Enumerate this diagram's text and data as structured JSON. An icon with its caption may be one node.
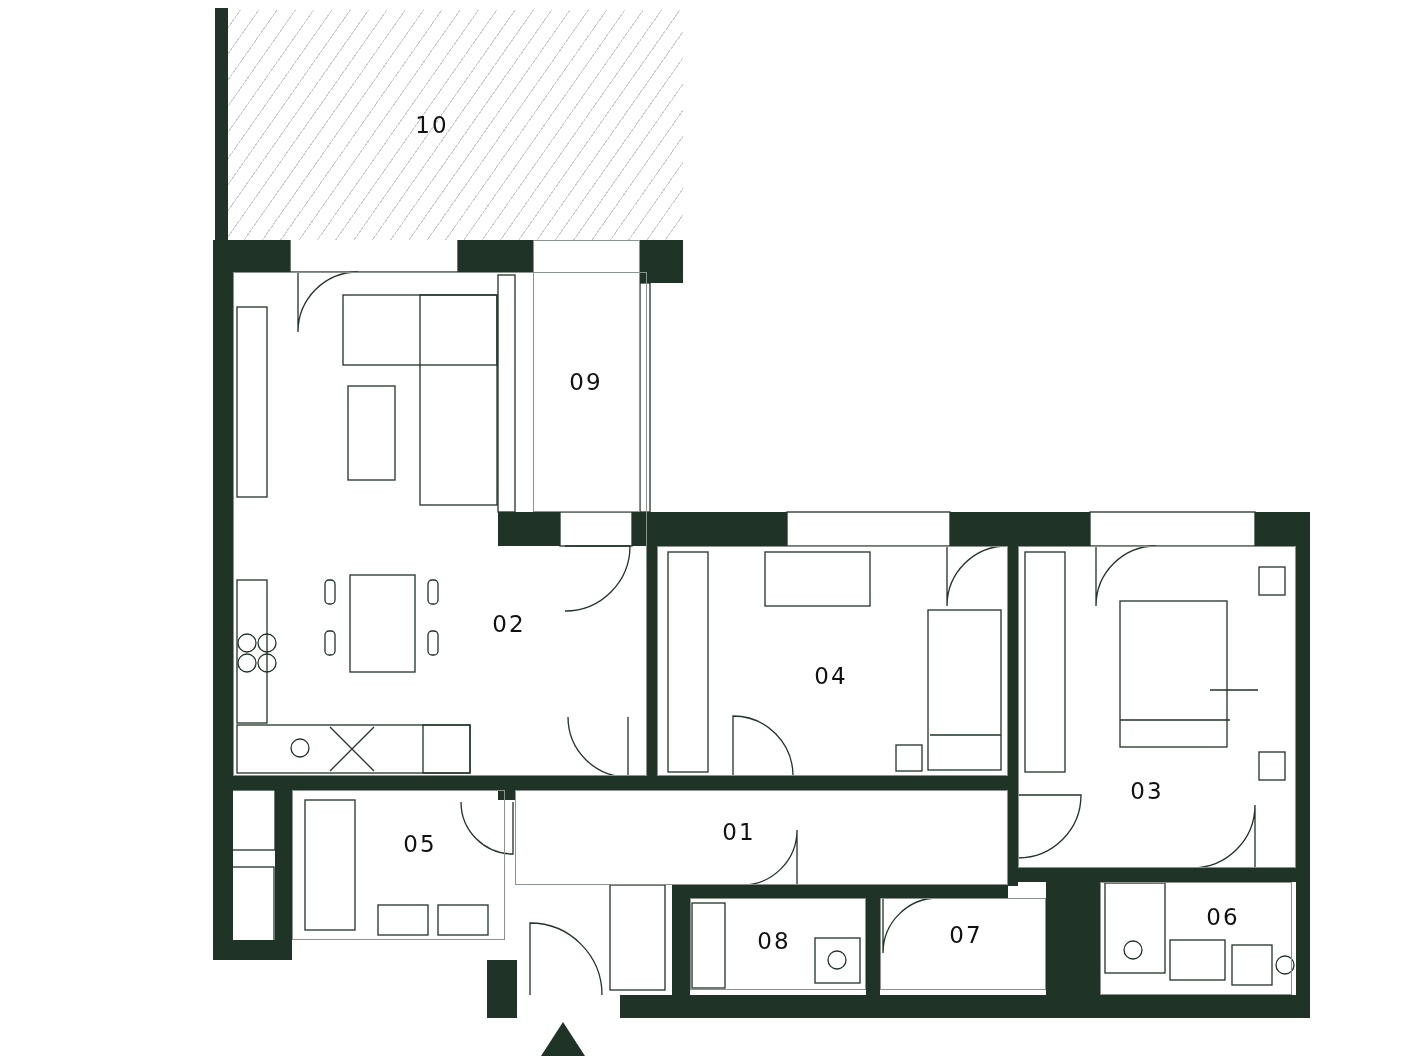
{
  "diagram": {
    "nodes": [
      {
        "text": [
          "10"
        ]
      },
      {
        "text": [
          "09"
        ]
      },
      {
        "text": [
          "02"
        ]
      },
      {
        "text": [
          "04"
        ]
      },
      {
        "text": [
          "03"
        ]
      },
      {
        "text": [
          "01"
        ]
      },
      {
        "text": [
          "05"
        ]
      },
      {
        "text": [
          "08"
        ]
      },
      {
        "text": [
          "07"
        ]
      },
      {
        "text": [
          "06"
        ]
      }
    ]
  }
}
